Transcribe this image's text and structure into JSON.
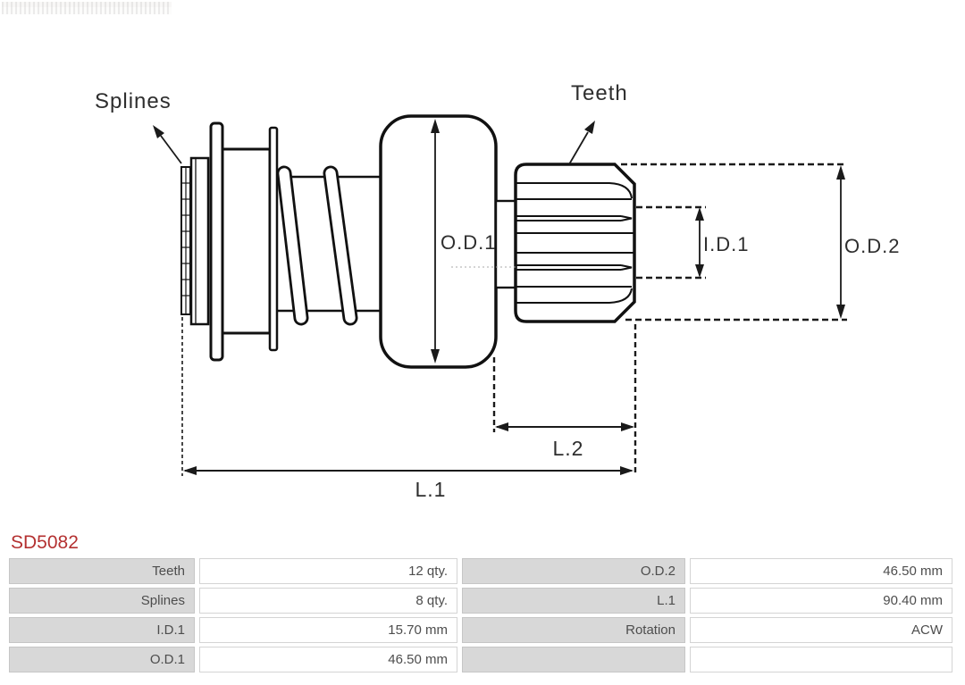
{
  "part": {
    "number": "SD5082",
    "accent_color": "#b43131"
  },
  "diagram": {
    "type": "starter-drive-technical-drawing",
    "labels": {
      "splines": "Splines",
      "teeth": "Teeth",
      "od1": "O.D.1",
      "id1": "I.D.1",
      "od2": "O.D.2",
      "l2": "L.2",
      "l1": "L.1"
    }
  },
  "spec_table": {
    "rows": [
      {
        "c1_label": "Teeth",
        "c1_value": "12 qty.",
        "c2_label": "O.D.2",
        "c2_value": "46.50 mm"
      },
      {
        "c1_label": "Splines",
        "c1_value": "8 qty.",
        "c2_label": "L.1",
        "c2_value": "90.40 mm"
      },
      {
        "c1_label": "I.D.1",
        "c1_value": "15.70 mm",
        "c2_label": "Rotation",
        "c2_value": "ACW"
      },
      {
        "c1_label": "O.D.1",
        "c1_value": "46.50 mm",
        "c2_label": "",
        "c2_value": ""
      }
    ]
  }
}
